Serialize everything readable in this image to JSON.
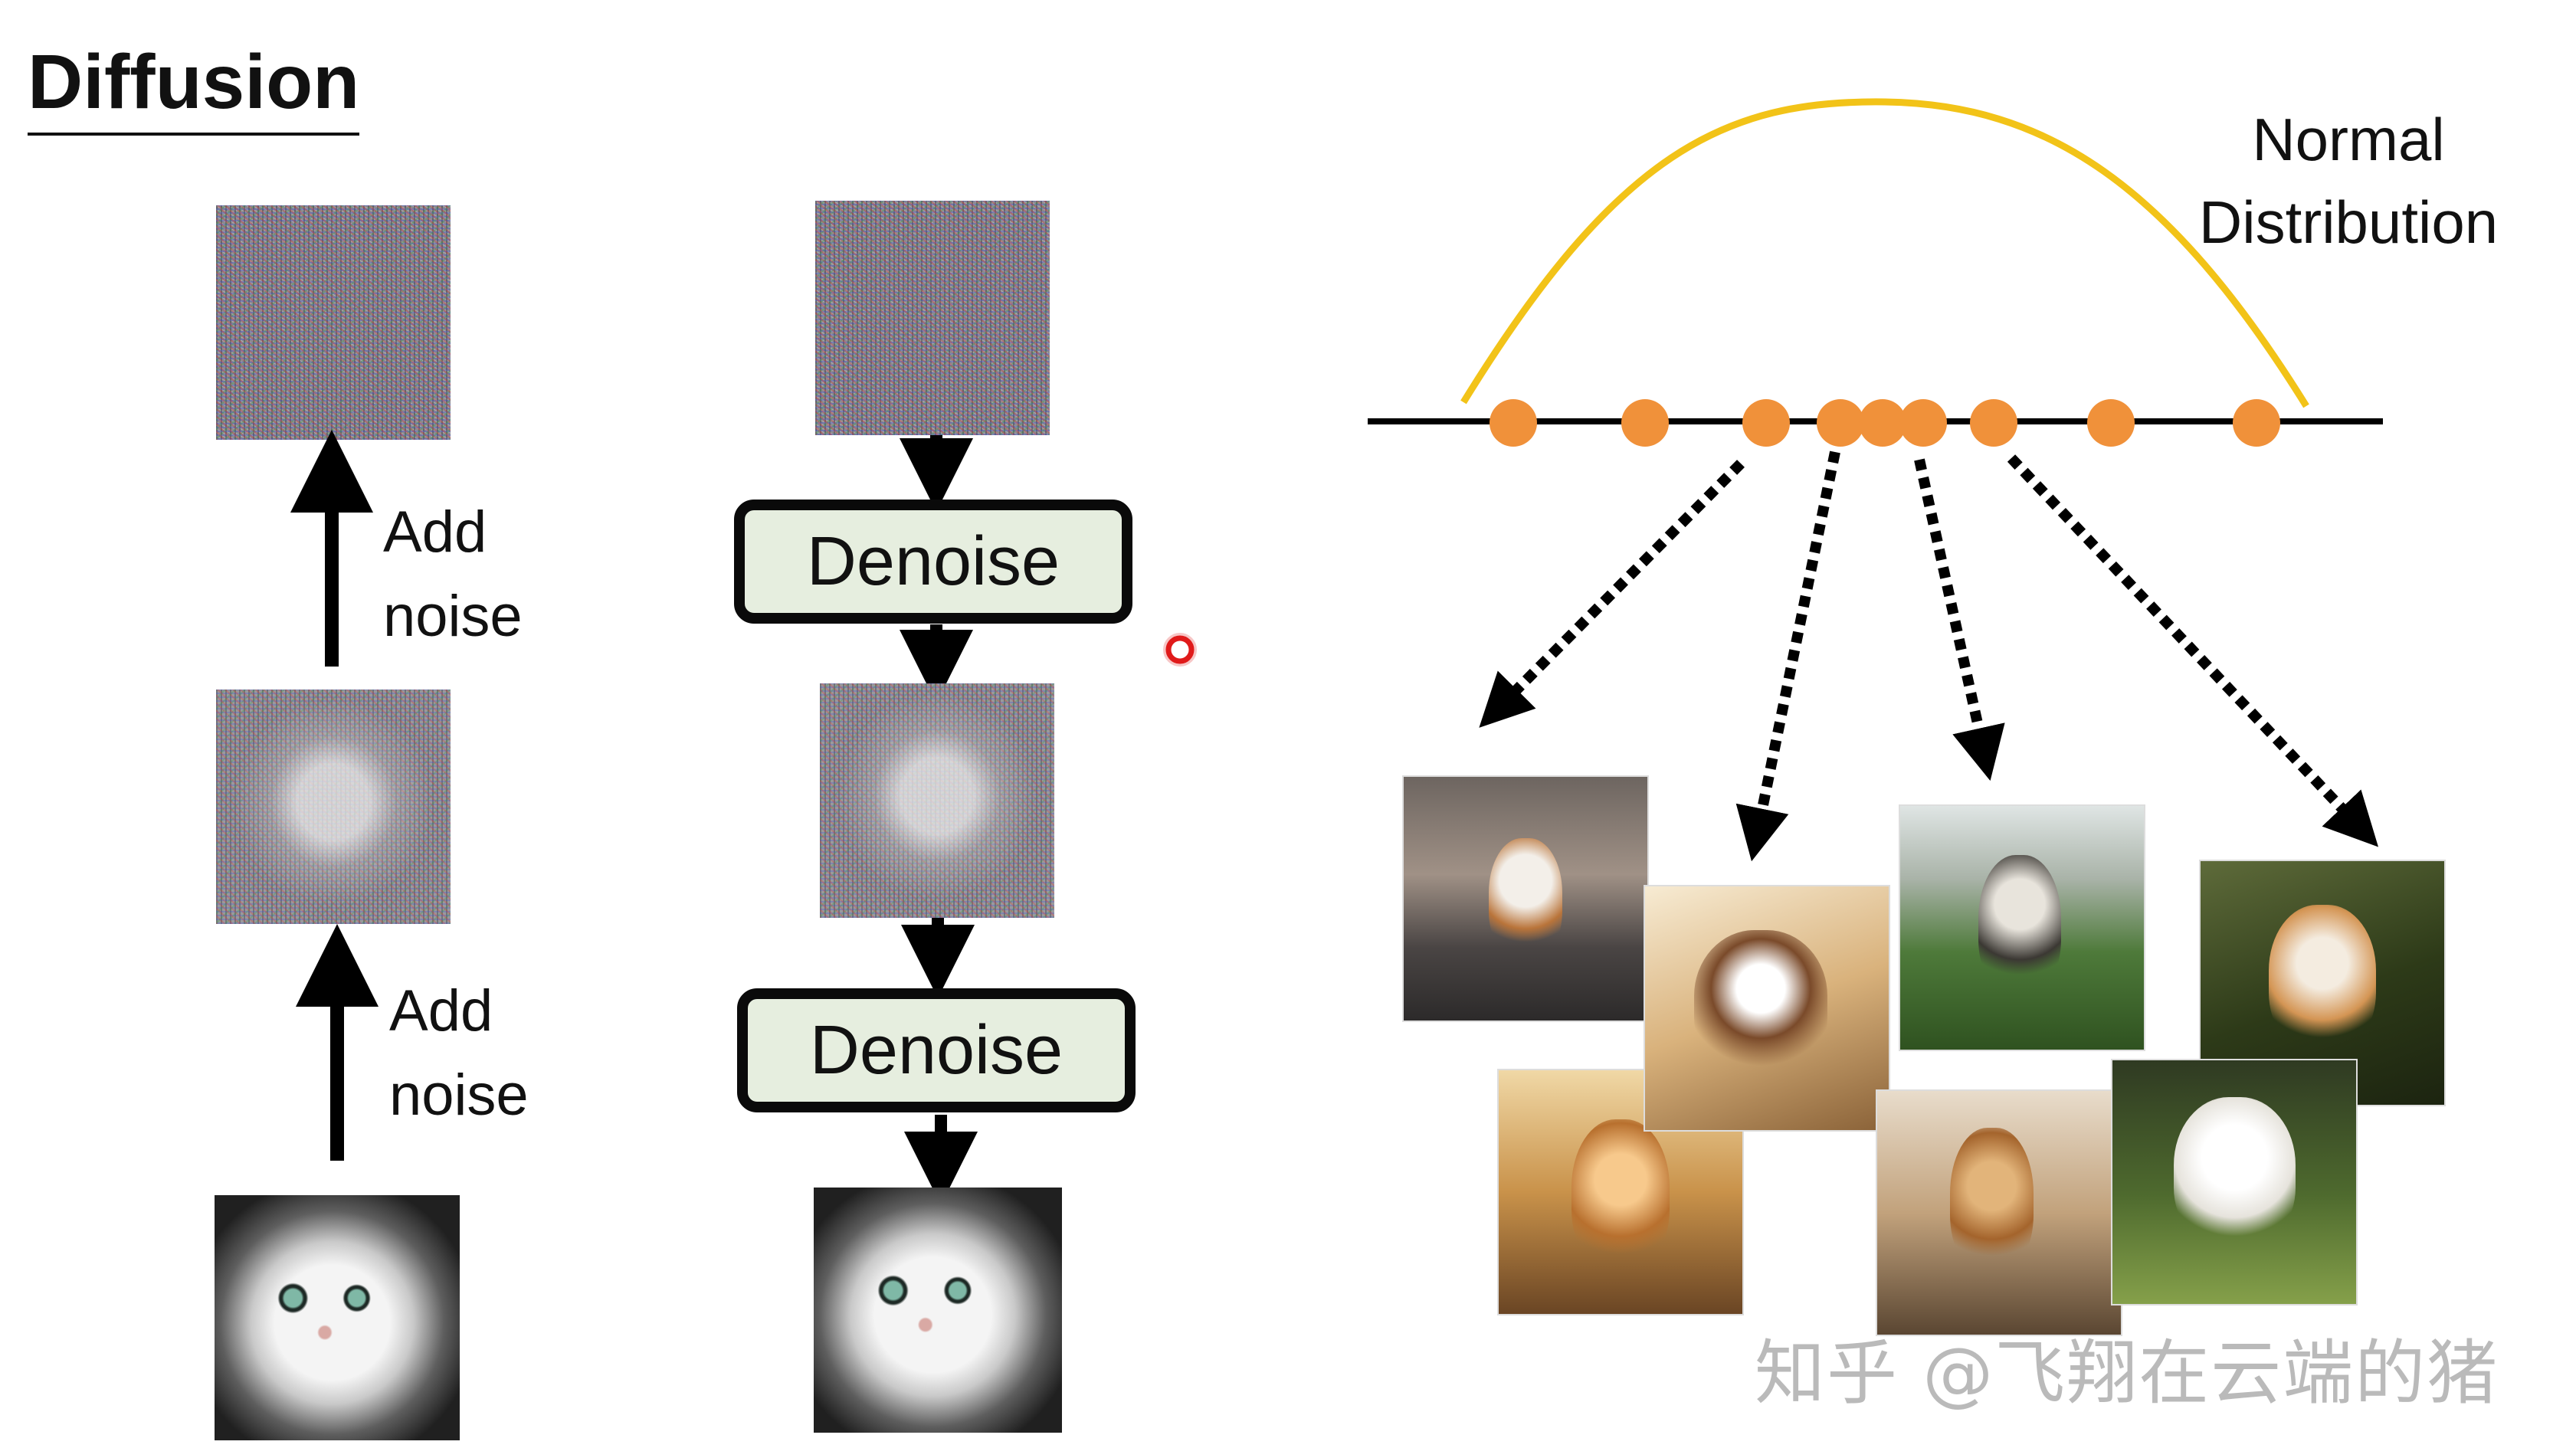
{
  "title": "Diffusion",
  "forward": {
    "step1_label_line1": "Add",
    "step1_label_line2": "noise",
    "step2_label_line1": "Add",
    "step2_label_line2": "noise"
  },
  "reverse": {
    "denoise1_label": "Denoise",
    "denoise2_label": "Denoise"
  },
  "distribution": {
    "label_line1": "Normal",
    "label_line2": "Distribution",
    "curve_color": "#f2c318",
    "point_color": "#f0913a",
    "sample_points": 9
  },
  "watermark": "知乎 @飞翔在云端的猪",
  "icons": {
    "cursor": "laser-pointer-icon"
  }
}
